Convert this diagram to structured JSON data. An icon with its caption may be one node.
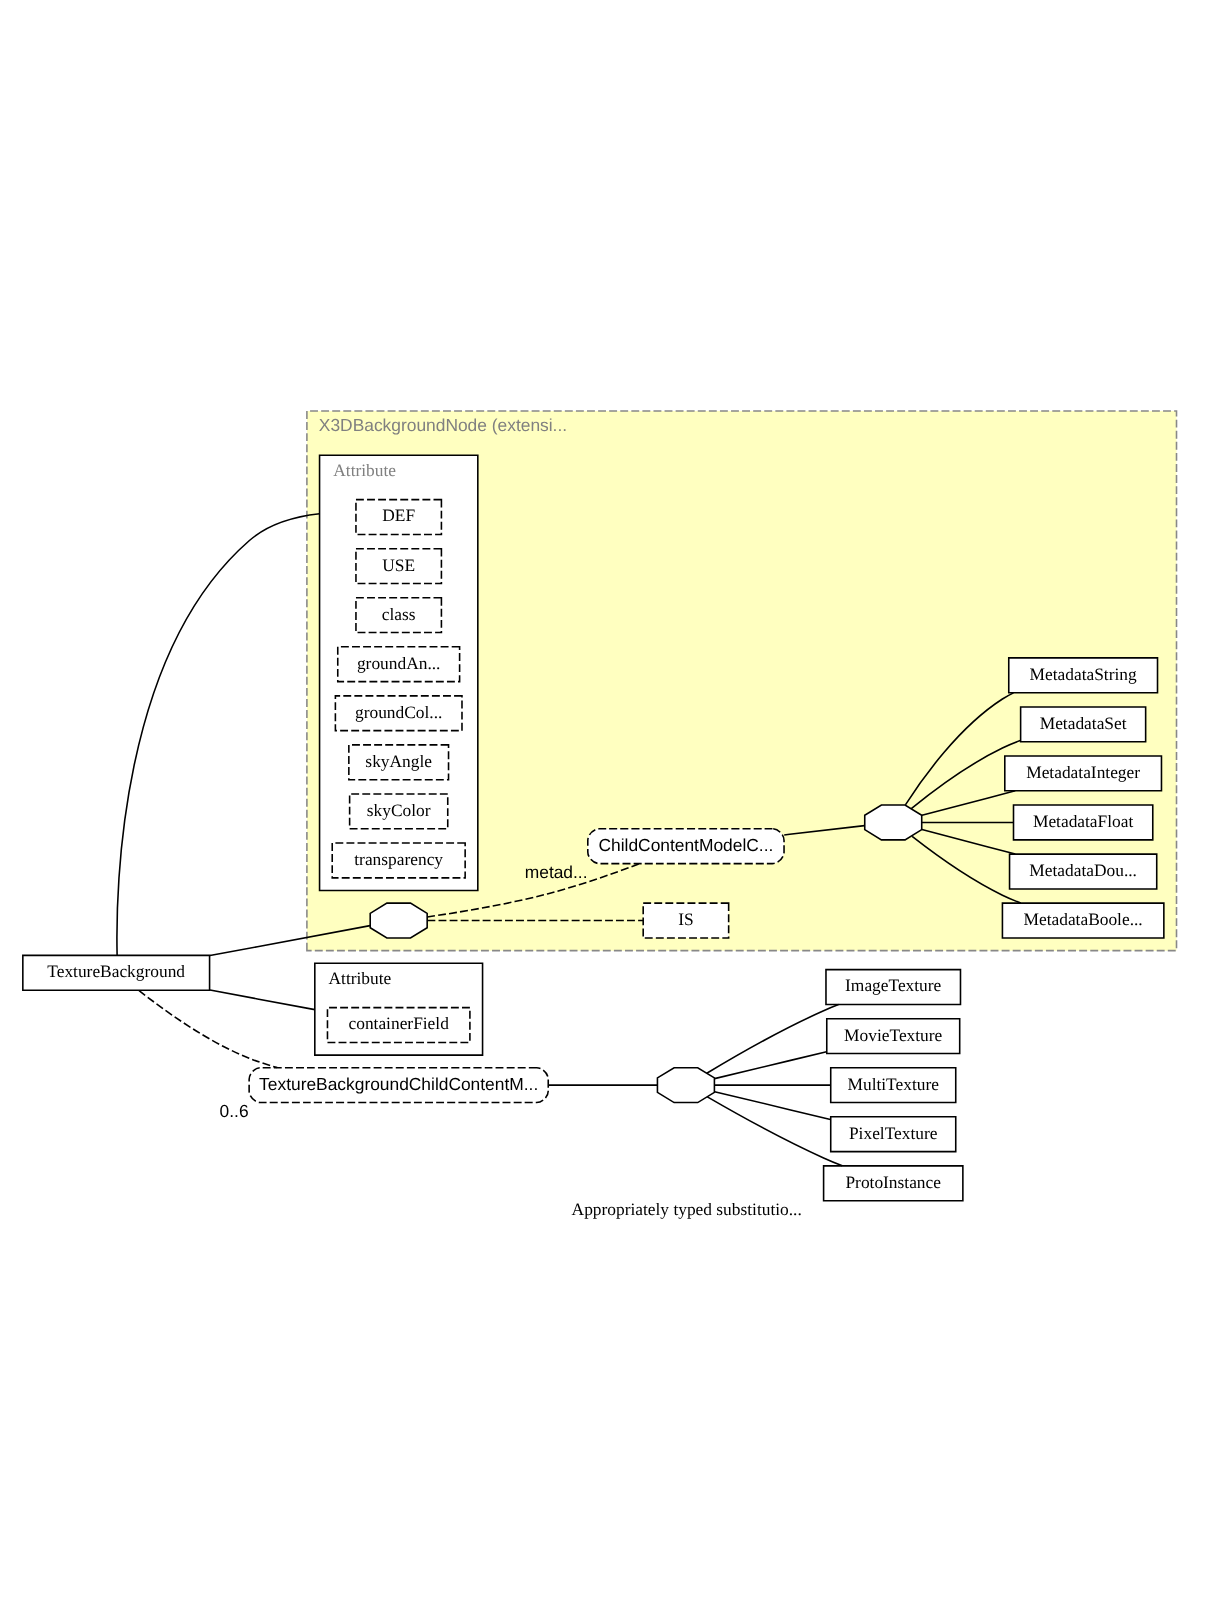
{
  "diagram": {
    "nodes": [
      {
        "text": [
          "TextureBackground"
        ]
      },
      {
        "text": [
          "X3DBackgroundNode (extensi..."
        ]
      },
      {
        "text": [
          "Attribute"
        ],
        "in": 1
      },
      {
        "text": [
          "DEF"
        ],
        "in": 2
      },
      {
        "text": [
          "USE"
        ],
        "in": 2
      },
      {
        "text": [
          "class"
        ],
        "in": 2
      },
      {
        "text": [
          "groundAn..."
        ],
        "in": 2
      },
      {
        "text": [
          "groundCol..."
        ],
        "in": 2
      },
      {
        "text": [
          "skyAngle"
        ],
        "in": 2
      },
      {
        "text": [
          "skyColor"
        ],
        "in": 2
      },
      {
        "text": [
          "transparency"
        ],
        "in": 2
      },
      {
        "text": [],
        "shape": "octagon",
        "in": 1
      },
      {
        "text": [
          "IS"
        ],
        "in": 1
      },
      {
        "text": [
          "ChildContentModelC..."
        ],
        "beside": [
          "metad..."
        ],
        "in": 1
      },
      {
        "text": [],
        "shape": "octagon",
        "in": 1
      },
      {
        "text": [
          "MetadataBoole..."
        ],
        "in": 1
      },
      {
        "text": [
          "MetadataDou..."
        ],
        "in": 1
      },
      {
        "text": [
          "MetadataFloat"
        ],
        "in": 1
      },
      {
        "text": [
          "MetadataInteger"
        ],
        "in": 1
      },
      {
        "text": [
          "MetadataSet"
        ],
        "in": 1
      },
      {
        "text": [
          "MetadataString"
        ],
        "in": 1
      },
      {
        "text": [
          "Attribute"
        ]
      },
      {
        "text": [
          "containerField"
        ],
        "in": 21
      },
      {
        "text": [
          "TextureBackgroundChildContentM..."
        ],
        "beside": [
          "0..6"
        ]
      },
      {
        "text": [],
        "shape": "octagon"
      },
      {
        "text": [
          "ImageTexture"
        ]
      },
      {
        "text": [
          "MovieTexture"
        ]
      },
      {
        "text": [
          "MultiTexture"
        ]
      },
      {
        "text": [
          "PixelTexture"
        ]
      },
      {
        "text": [
          "ProtoInstance"
        ],
        "beside": [
          "Appropriately typed substitutio..."
        ]
      }
    ],
    "edges": [
      {
        "from": 0,
        "to": 2,
        "arrow": "none"
      },
      {
        "from": 0,
        "to": 11,
        "arrow": "none"
      },
      {
        "from": 0,
        "to": 21,
        "arrow": "none"
      },
      {
        "from": 0,
        "to": 23,
        "arrow": "none",
        "style": "dashed"
      },
      {
        "from": 11,
        "to": 12,
        "arrow": "none",
        "style": "dashed"
      },
      {
        "from": 11,
        "to": 13,
        "arrow": "none",
        "style": "dashed"
      },
      {
        "from": 13,
        "to": 14,
        "arrow": "none"
      },
      {
        "from": 14,
        "to": 15,
        "arrow": "none"
      },
      {
        "from": 14,
        "to": 16,
        "arrow": "none"
      },
      {
        "from": 14,
        "to": 17,
        "arrow": "none"
      },
      {
        "from": 14,
        "to": 18,
        "arrow": "none"
      },
      {
        "from": 14,
        "to": 19,
        "arrow": "none"
      },
      {
        "from": 14,
        "to": 20,
        "arrow": "none"
      },
      {
        "from": 23,
        "to": 24,
        "arrow": "none"
      },
      {
        "from": 24,
        "to": 25,
        "arrow": "none"
      },
      {
        "from": 24,
        "to": 26,
        "arrow": "none"
      },
      {
        "from": 24,
        "to": 27,
        "arrow": "none"
      },
      {
        "from": 24,
        "to": 28,
        "arrow": "none"
      },
      {
        "from": 24,
        "to": 29,
        "arrow": "none"
      }
    ]
  }
}
